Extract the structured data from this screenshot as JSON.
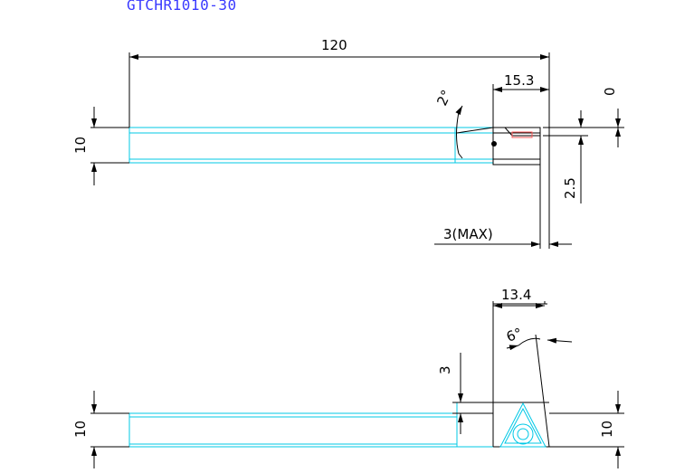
{
  "title": "GTCHR1010-30",
  "colors": {
    "title": "#3a3aff",
    "body": "#00c8e6",
    "line": "#000000",
    "insert": "#ff5a5a"
  },
  "dimensions": {
    "overall_length": "120",
    "head_length": "15.3",
    "top_offset": "0",
    "shank_height_top": "10",
    "angle_top": "2°",
    "offset_below": "2.5",
    "max_depth": "3(MAX)",
    "head_width": "13.4",
    "angle_side": "6°",
    "step_height": "3",
    "shank_height_left": "10",
    "shank_height_right": "10"
  }
}
